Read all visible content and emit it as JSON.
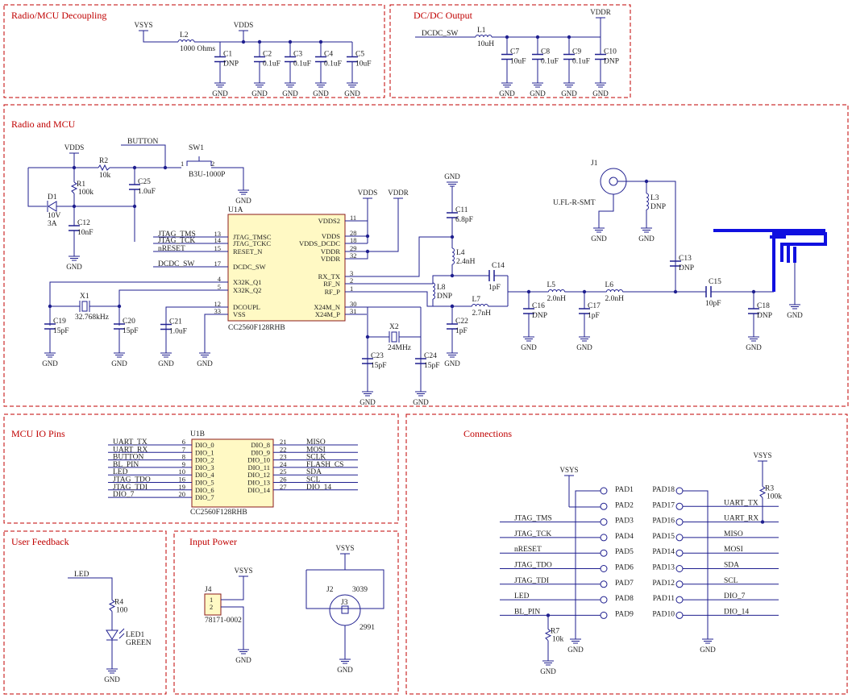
{
  "sections": {
    "decoupling": "Radio/MCU Decoupling",
    "dcdc": "DC/DC Output",
    "radio": "Radio and MCU",
    "mcu_io": "MCU IO Pins",
    "connections": "Connections",
    "feedback": "User Feedback",
    "input_power": "Input Power"
  },
  "nets": {
    "vsys": "VSYS",
    "vdds": "VDDS",
    "vddr": "VDDR",
    "gnd": "GND",
    "dcdc_sw": "DCDC_SW",
    "button": "BUTTON",
    "led": "LED",
    "bl_pin": "BL_PIN"
  },
  "decoupling": {
    "l2": {
      "ref": "L2",
      "value": "1000 Ohms"
    },
    "caps": [
      {
        "ref": "C1",
        "value": "DNP"
      },
      {
        "ref": "C2",
        "value": "0.1uF"
      },
      {
        "ref": "C3",
        "value": "0.1uF"
      },
      {
        "ref": "C4",
        "value": "0.1uF"
      },
      {
        "ref": "C5",
        "value": "10uF"
      }
    ]
  },
  "dcdc": {
    "l1": {
      "ref": "L1",
      "value": "10uH"
    },
    "caps": [
      {
        "ref": "C7",
        "value": "10uF"
      },
      {
        "ref": "C8",
        "value": "0.1uF"
      },
      {
        "ref": "C9",
        "value": "0.1uF"
      },
      {
        "ref": "C10",
        "value": "DNP"
      }
    ]
  },
  "radio": {
    "r1": {
      "ref": "R1",
      "value": "100k"
    },
    "r2": {
      "ref": "R2",
      "value": "10k"
    },
    "c25": {
      "ref": "C25",
      "value": "1.0uF"
    },
    "d1": {
      "ref": "D1",
      "value1": "10V",
      "value2": "3A"
    },
    "c12": {
      "ref": "C12",
      "value": "10nF"
    },
    "sw1": {
      "ref": "SW1",
      "part": "B3U-1000P",
      "pin1": "1",
      "pin2": "2"
    },
    "u1a": {
      "ref": "U1A",
      "part": "CC2560F128RHB",
      "left_pins": [
        {
          "name": "JTAG_TMSC",
          "num": "13"
        },
        {
          "name": "JTAG_TCKC",
          "num": "14"
        },
        {
          "name": "RESET_N",
          "num": "15"
        },
        {
          "name": "DCDC_SW",
          "num": "17"
        },
        {
          "name": "X32K_Q1",
          "num": "4"
        },
        {
          "name": "X32K_Q2",
          "num": "5"
        },
        {
          "name": "DCOUPL",
          "num": "12"
        },
        {
          "name": "VSS",
          "num": "33"
        }
      ],
      "right_pins": [
        {
          "name": "VDDS2",
          "num": "11"
        },
        {
          "name": "VDDS",
          "num": "28"
        },
        {
          "name": "VDDS_DCDC",
          "num": "18"
        },
        {
          "name": "VDDR",
          "num": "29"
        },
        {
          "name": "VDDR",
          "num": "32"
        },
        {
          "name": "RX_TX",
          "num": "3"
        },
        {
          "name": "RF_N",
          "num": "2"
        },
        {
          "name": "RF_P",
          "num": "1"
        },
        {
          "name": "X24M_N",
          "num": "30"
        },
        {
          "name": "X24M_P",
          "num": "31"
        }
      ]
    },
    "nets_left": [
      "JTAG_TMS",
      "JTAG_TCK",
      "nRESET"
    ],
    "x1": {
      "ref": "X1",
      "value": "32.768kHz"
    },
    "c19": {
      "ref": "C19",
      "value": "15pF"
    },
    "c20": {
      "ref": "C20",
      "value": "15pF"
    },
    "c21": {
      "ref": "C21",
      "value": "1.0uF"
    },
    "x2": {
      "ref": "X2",
      "value": "24MHz"
    },
    "c23": {
      "ref": "C23",
      "value": "15pF"
    },
    "c24": {
      "ref": "C24",
      "value": "15pF"
    },
    "c11": {
      "ref": "C11",
      "value": "6.8pF"
    },
    "l4": {
      "ref": "L4",
      "value": "2.4nH"
    },
    "c14": {
      "ref": "C14",
      "value": "1pF"
    },
    "l8": {
      "ref": "L8",
      "value": "DNP"
    },
    "l7": {
      "ref": "L7",
      "value": "2.7nH"
    },
    "c22": {
      "ref": "C22",
      "value": "1pF"
    },
    "l5": {
      "ref": "L5",
      "value": "2.0nH"
    },
    "c16": {
      "ref": "C16",
      "value": "DNP"
    },
    "c17": {
      "ref": "C17",
      "value": "1pF"
    },
    "l6": {
      "ref": "L6",
      "value": "2.0nH"
    },
    "c15": {
      "ref": "C15",
      "value": "10pF"
    },
    "c18": {
      "ref": "C18",
      "value": "DNP"
    },
    "j1": {
      "ref": "J1",
      "part": "U.FL-R-SMT"
    },
    "l3": {
      "ref": "L3",
      "value": "DNP"
    },
    "c13": {
      "ref": "C13",
      "value": "DNP"
    }
  },
  "mcu_io": {
    "u1b": {
      "ref": "U1B",
      "part": "CC2560F128RHB"
    },
    "left": [
      {
        "net": "UART_TX",
        "pin": "DIO_0",
        "num": "6"
      },
      {
        "net": "UART_RX",
        "pin": "DIO_1",
        "num": "7"
      },
      {
        "net": "BUTTON",
        "pin": "DIO_2",
        "num": "8"
      },
      {
        "net": "BL_PIN",
        "pin": "DIO_3",
        "num": "9"
      },
      {
        "net": "LED",
        "pin": "DIO_4",
        "num": "10"
      },
      {
        "net": "JTAG_TDO",
        "pin": "DIO_5",
        "num": "16"
      },
      {
        "net": "JTAG_TDI",
        "pin": "DIO_6",
        "num": "19"
      },
      {
        "net": "DIO_7",
        "pin": "DIO_7",
        "num": "20"
      }
    ],
    "right": [
      {
        "net": "MISO",
        "pin": "DIO_8",
        "num": "21"
      },
      {
        "net": "MOSI",
        "pin": "DIO_9",
        "num": "22"
      },
      {
        "net": "SCLK",
        "pin": "DIO_10",
        "num": "23"
      },
      {
        "net": "FLASH_CS",
        "pin": "DIO_11",
        "num": "24"
      },
      {
        "net": "SDA",
        "pin": "DIO_12",
        "num": "25"
      },
      {
        "net": "SCL",
        "pin": "DIO_13",
        "num": "26"
      },
      {
        "net": "DIO_14",
        "pin": "DIO_14",
        "num": "27"
      }
    ]
  },
  "connections": {
    "left_pads": [
      {
        "net": "",
        "pad": "PAD1"
      },
      {
        "net": "",
        "pad": "PAD2"
      },
      {
        "net": "JTAG_TMS",
        "pad": "PAD3"
      },
      {
        "net": "JTAG_TCK",
        "pad": "PAD4"
      },
      {
        "net": "nRESET",
        "pad": "PAD5"
      },
      {
        "net": "JTAG_TDO",
        "pad": "PAD6"
      },
      {
        "net": "JTAG_TDI",
        "pad": "PAD7"
      },
      {
        "net": "LED",
        "pad": "PAD8"
      },
      {
        "net": "BL_PIN",
        "pad": "PAD9"
      }
    ],
    "right_pads": [
      {
        "net": "",
        "pad": "PAD18"
      },
      {
        "net": "UART_TX",
        "pad": "PAD17"
      },
      {
        "net": "UART_RX",
        "pad": "PAD16"
      },
      {
        "net": "MISO",
        "pad": "PAD15"
      },
      {
        "net": "MOSI",
        "pad": "PAD14"
      },
      {
        "net": "SDA",
        "pad": "PAD13"
      },
      {
        "net": "SCL",
        "pad": "PAD12"
      },
      {
        "net": "DIO_7",
        "pad": "PAD11"
      },
      {
        "net": "DIO_14",
        "pad": "PAD10"
      }
    ],
    "r3": {
      "ref": "R3",
      "value": "100k"
    },
    "r7": {
      "ref": "R7",
      "value": "10k"
    }
  },
  "feedback": {
    "r4": {
      "ref": "R4",
      "value": "100"
    },
    "led1": {
      "ref": "LED1",
      "value": "GREEN"
    }
  },
  "input_power": {
    "j4": {
      "ref": "J4",
      "part": "78171-0002",
      "pin1": "1",
      "pin2": "2"
    },
    "j2": {
      "ref": "J2",
      "part": "3039"
    },
    "j3": {
      "ref": "J3",
      "part": "2991"
    }
  }
}
